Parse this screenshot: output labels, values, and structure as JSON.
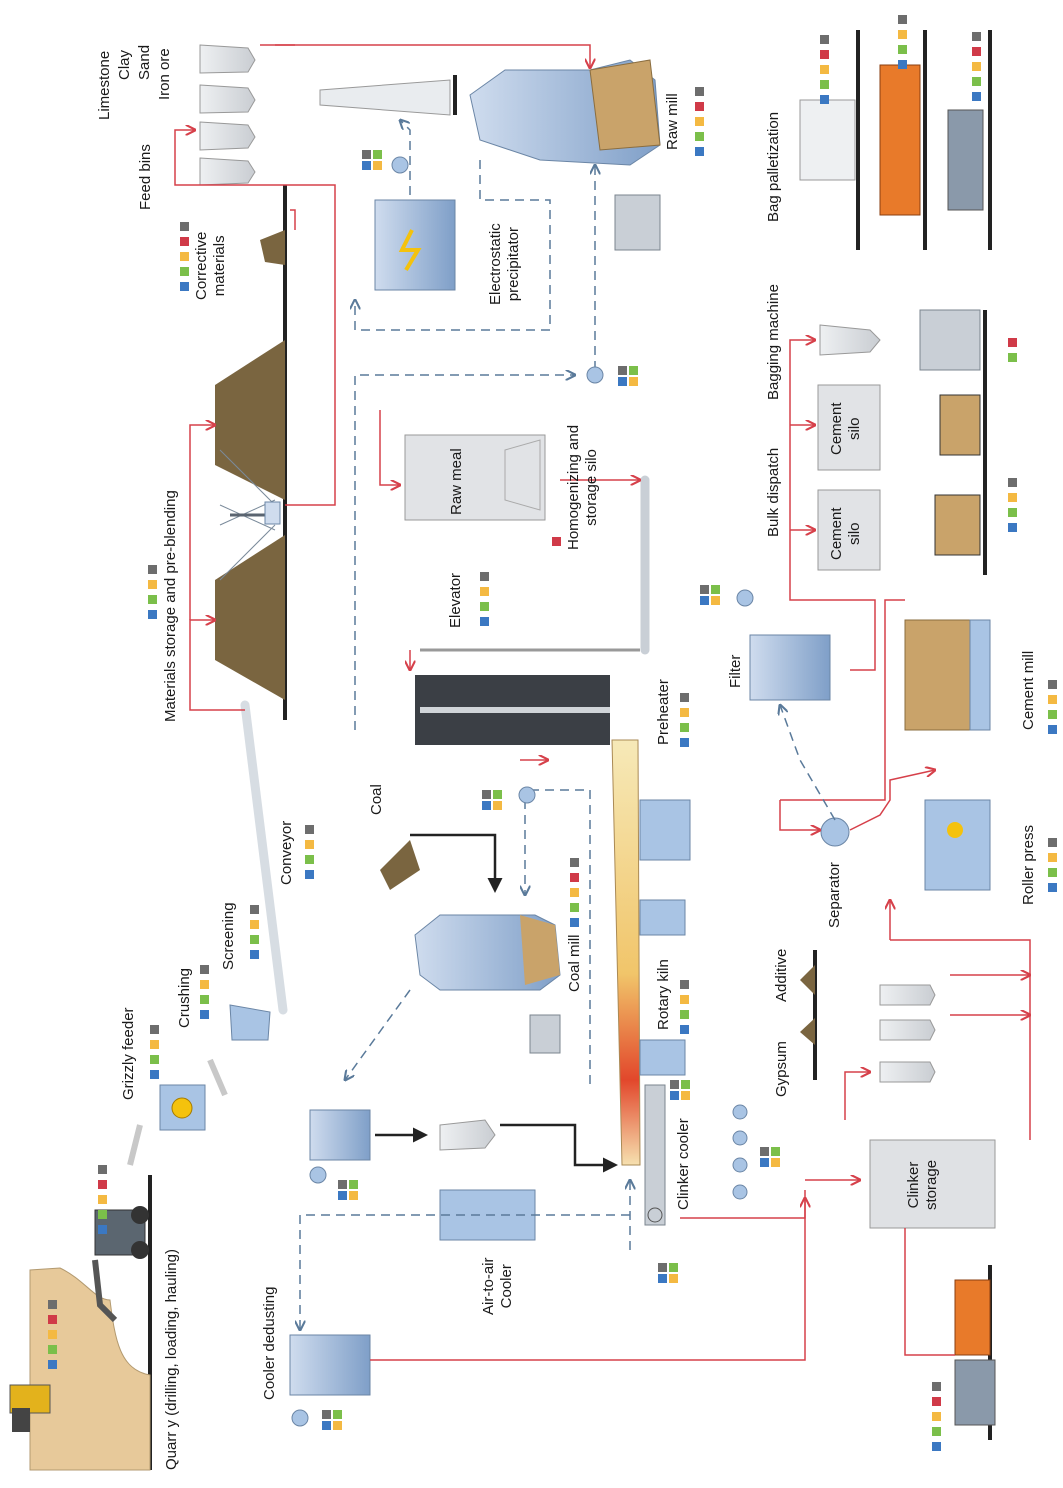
{
  "labels": {
    "quarry": "Quarr y (drilling, loading, hauling)",
    "grizzly_feeder": "Grizzly feeder",
    "crushing": "Crushing",
    "screening": "Screening",
    "conveyor": "Conveyor",
    "materials_storage": "Materials storage and pre-blending",
    "corrective_materials": "Corrective\nmaterials",
    "feed_bins": "Feed bins",
    "limestone": "Limestone",
    "clay": "Clay",
    "sand": "Sand",
    "iron_ore": "Iron ore",
    "raw_mill": "Raw mill",
    "electrostatic_precipitator": "Electrostatic\nprecipitator",
    "raw_meal": "Raw meal",
    "homogenizing_silo": "Homogenizing and\nstorage silo",
    "elevator": "Elevator",
    "preheater": "Preheater",
    "coal": "Coal",
    "coal_mill": "Coal mill",
    "rotary_kiln": "Rotary kiln",
    "clinker_cooler": "Clinker cooler",
    "air_to_air_cooler": "Air-to-air\nCooler",
    "cooler_dedusting": "Cooler dedusting",
    "clinker_storage": "Clinker\nstorage",
    "gypsum": "Gypsum",
    "additive": "Additive",
    "separator": "Separator",
    "roller_press": "Roller press",
    "cement_mill": "Cement mill",
    "filter": "Filter",
    "bulk_dispatch": "Bulk dispatch",
    "cement_silo_1": "Cement\nsilo",
    "cement_silo_2": "Cement\nsilo",
    "bagging_machine": "Bagging machine",
    "bag_palletization": "Bag palletization"
  },
  "colors": {
    "material_flow": "#d6404a",
    "gas_flow": "#5a7a9a",
    "product_flow": "#222222",
    "marker_gray": "#6d6d6d",
    "marker_red": "#d03a48",
    "marker_yellow": "#f4b942",
    "marker_green": "#7bbf4a",
    "marker_blue": "#3b78c2",
    "equipment_blue": "#a9c4e4",
    "pile_brown": "#7a6540"
  }
}
